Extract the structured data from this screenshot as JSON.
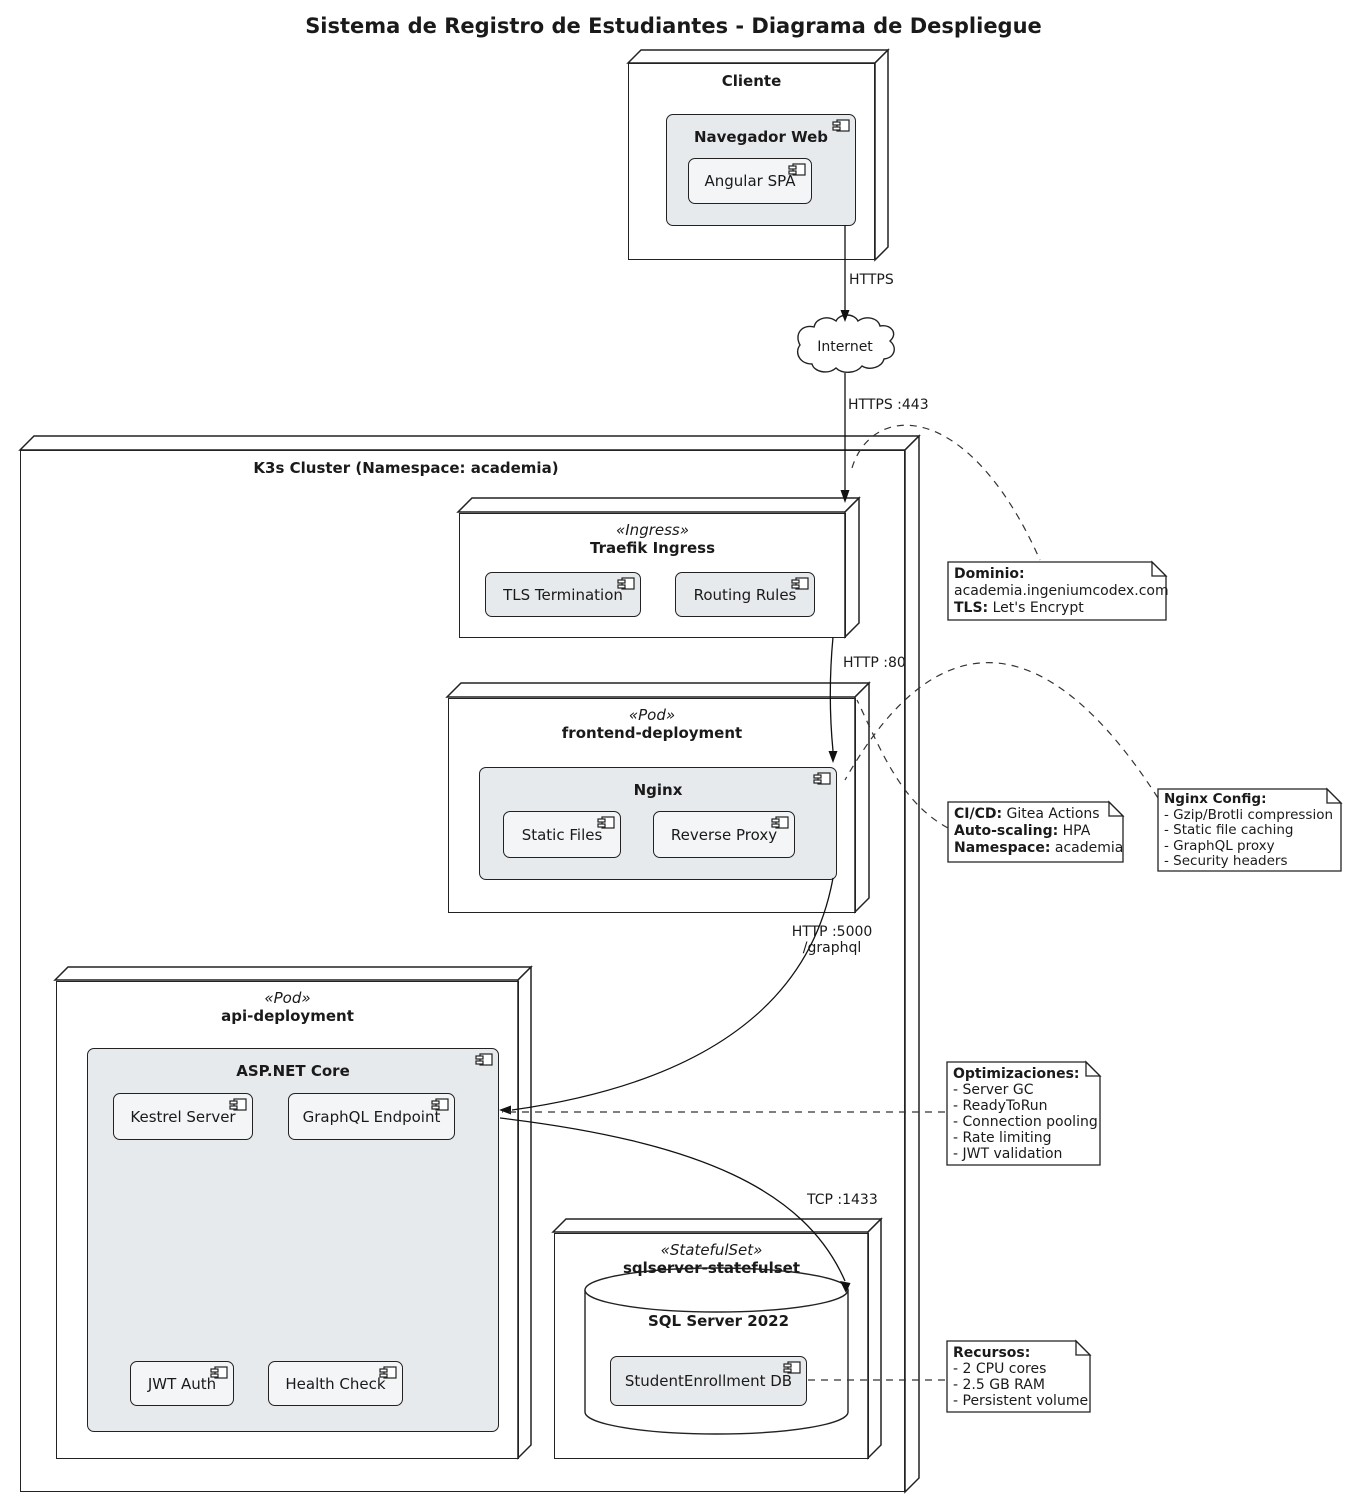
{
  "title": "Sistema de Registro de Estudiantes - Diagrama de Despliegue",
  "colors": {
    "border": "#222222",
    "component_fill": "#e7eaec",
    "component_fill_light": "#f3f5f6",
    "background": "#ffffff"
  },
  "cloud": {
    "label": "Internet"
  },
  "nodes": {
    "cliente": {
      "label": "Cliente"
    },
    "navegador_web": {
      "label": "Navegador Web"
    },
    "angular_spa": {
      "label": "Angular SPA"
    },
    "k3s_cluster": {
      "label": "K3s Cluster (Namespace: academia)"
    },
    "traefik": {
      "stereotype": "«Ingress»",
      "label": "Traefik Ingress"
    },
    "tls_termination": {
      "label": "TLS Termination"
    },
    "routing_rules": {
      "label": "Routing Rules"
    },
    "frontend_deployment": {
      "stereotype": "«Pod»",
      "label": "frontend-deployment"
    },
    "nginx": {
      "label": "Nginx"
    },
    "static_files": {
      "label": "Static Files"
    },
    "reverse_proxy": {
      "label": "Reverse Proxy"
    },
    "api_deployment": {
      "stereotype": "«Pod»",
      "label": "api-deployment"
    },
    "aspnet_core": {
      "label": "ASP.NET Core"
    },
    "kestrel": {
      "label": "Kestrel Server"
    },
    "graphql_endpoint": {
      "label": "GraphQL Endpoint"
    },
    "jwt_auth": {
      "label": "JWT Auth"
    },
    "health_check": {
      "label": "Health Check"
    },
    "sqlserver_statefulset": {
      "stereotype": "«StatefulSet»",
      "label": "sqlserver-statefulset"
    },
    "sql_server": {
      "label": "SQL Server 2022"
    },
    "student_db": {
      "label": "StudentEnrollment DB"
    }
  },
  "edges": {
    "https": {
      "label": "HTTPS"
    },
    "https_443": {
      "label": "HTTPS :443"
    },
    "http_80": {
      "label": "HTTP :80"
    },
    "http_5000": {
      "label": "HTTP :5000",
      "sublabel": "/graphql"
    },
    "tcp_1433": {
      "label": "TCP :1433"
    }
  },
  "notes": {
    "dominio": {
      "lines": [
        {
          "b": "Dominio:",
          "t": ""
        },
        {
          "b": "",
          "t": "academia.ingeniumcodex.com"
        },
        {
          "b": "TLS:",
          "t": " Let's Encrypt"
        }
      ]
    },
    "cicd": {
      "lines": [
        {
          "b": "CI/CD:",
          "t": " Gitea Actions"
        },
        {
          "b": "Auto-scaling:",
          "t": " HPA"
        },
        {
          "b": "Namespace:",
          "t": " academia"
        }
      ]
    },
    "nginx_config": {
      "lines": [
        {
          "b": "Nginx Config:",
          "t": ""
        },
        {
          "b": "",
          "t": "- Gzip/Brotli compression"
        },
        {
          "b": "",
          "t": "- Static file caching"
        },
        {
          "b": "",
          "t": "- GraphQL proxy"
        },
        {
          "b": "",
          "t": "- Security headers"
        }
      ]
    },
    "optimizaciones": {
      "lines": [
        {
          "b": "Optimizaciones:",
          "t": ""
        },
        {
          "b": "",
          "t": "- Server GC"
        },
        {
          "b": "",
          "t": "- ReadyToRun"
        },
        {
          "b": "",
          "t": "- Connection pooling"
        },
        {
          "b": "",
          "t": "- Rate limiting"
        },
        {
          "b": "",
          "t": "- JWT validation"
        }
      ]
    },
    "recursos": {
      "lines": [
        {
          "b": "Recursos:",
          "t": ""
        },
        {
          "b": "",
          "t": "- 2 CPU cores"
        },
        {
          "b": "",
          "t": "- 2.5 GB RAM"
        },
        {
          "b": "",
          "t": "- Persistent volume"
        }
      ]
    }
  }
}
